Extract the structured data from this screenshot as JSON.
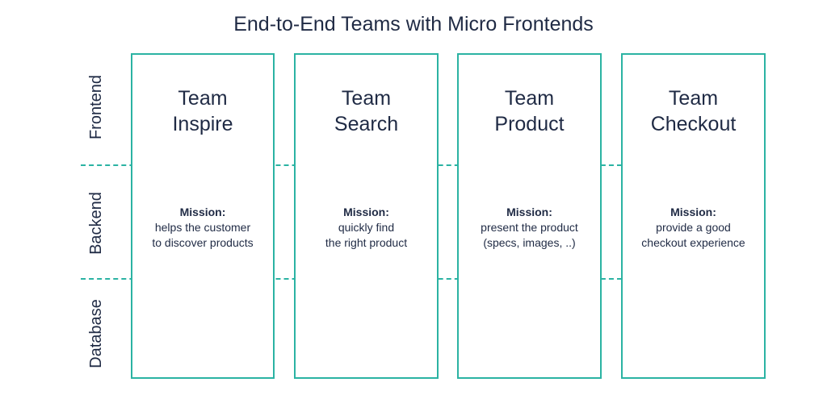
{
  "title": "End-to-End Teams with Micro Frontends",
  "layers": [
    "Frontend",
    "Backend",
    "Database"
  ],
  "colors": {
    "accent": "#2bb3a3",
    "text": "#1f2a44"
  },
  "teams": [
    {
      "name_line1": "Team",
      "name_line2": "Inspire",
      "mission_heading": "Mission:",
      "mission_line1": "helps the customer",
      "mission_line2": "to discover products"
    },
    {
      "name_line1": "Team",
      "name_line2": "Search",
      "mission_heading": "Mission:",
      "mission_line1": "quickly find",
      "mission_line2": "the right product"
    },
    {
      "name_line1": "Team",
      "name_line2": "Product",
      "mission_heading": "Mission:",
      "mission_line1": "present the product",
      "mission_line2": "(specs, images, ..)"
    },
    {
      "name_line1": "Team",
      "name_line2": "Checkout",
      "mission_heading": "Mission:",
      "mission_line1": "provide a good",
      "mission_line2": "checkout experience"
    }
  ]
}
